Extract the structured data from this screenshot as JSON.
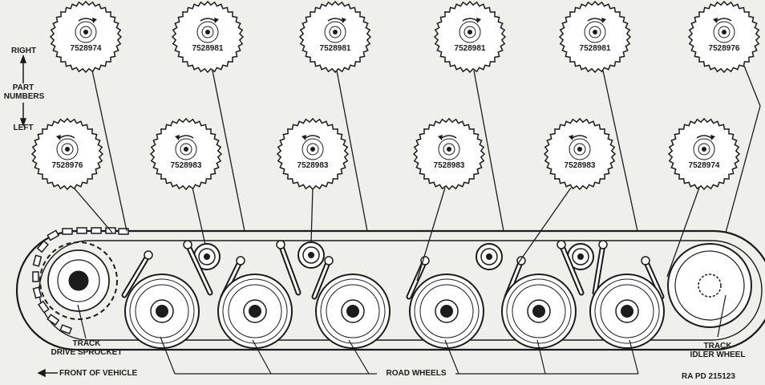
{
  "side_labels": {
    "right": "RIGHT",
    "part": "PART",
    "numbers": "NUMBERS",
    "left": "LEFT"
  },
  "right_gears": [
    {
      "part": "7528974",
      "arrow": "right"
    },
    {
      "part": "7528981",
      "arrow": "right"
    },
    {
      "part": "7528981",
      "arrow": "right"
    },
    {
      "part": "7528981",
      "arrow": "right"
    },
    {
      "part": "7528981",
      "arrow": "right"
    },
    {
      "part": "7528976",
      "arrow": "left"
    }
  ],
  "left_gears": [
    {
      "part": "7528976",
      "arrow": "left"
    },
    {
      "part": "7528983",
      "arrow": "left"
    },
    {
      "part": "7528983",
      "arrow": "left"
    },
    {
      "part": "7528983",
      "arrow": "left"
    },
    {
      "part": "7528983",
      "arrow": "left"
    },
    {
      "part": "7528974",
      "arrow": "right"
    }
  ],
  "labels": {
    "sprocket_1": "TRACK",
    "sprocket_2": "DRIVE SPROCKET",
    "idler_1": "TRACK",
    "idler_2": "IDLER WHEEL",
    "front": "FRONT OF VEHICLE",
    "road_wheels": "ROAD WHEELS",
    "ref": "RA PD 215123"
  },
  "colors": {
    "ink": "#1c1c1c",
    "paper": "#efefec",
    "gear": "#ffffff"
  }
}
